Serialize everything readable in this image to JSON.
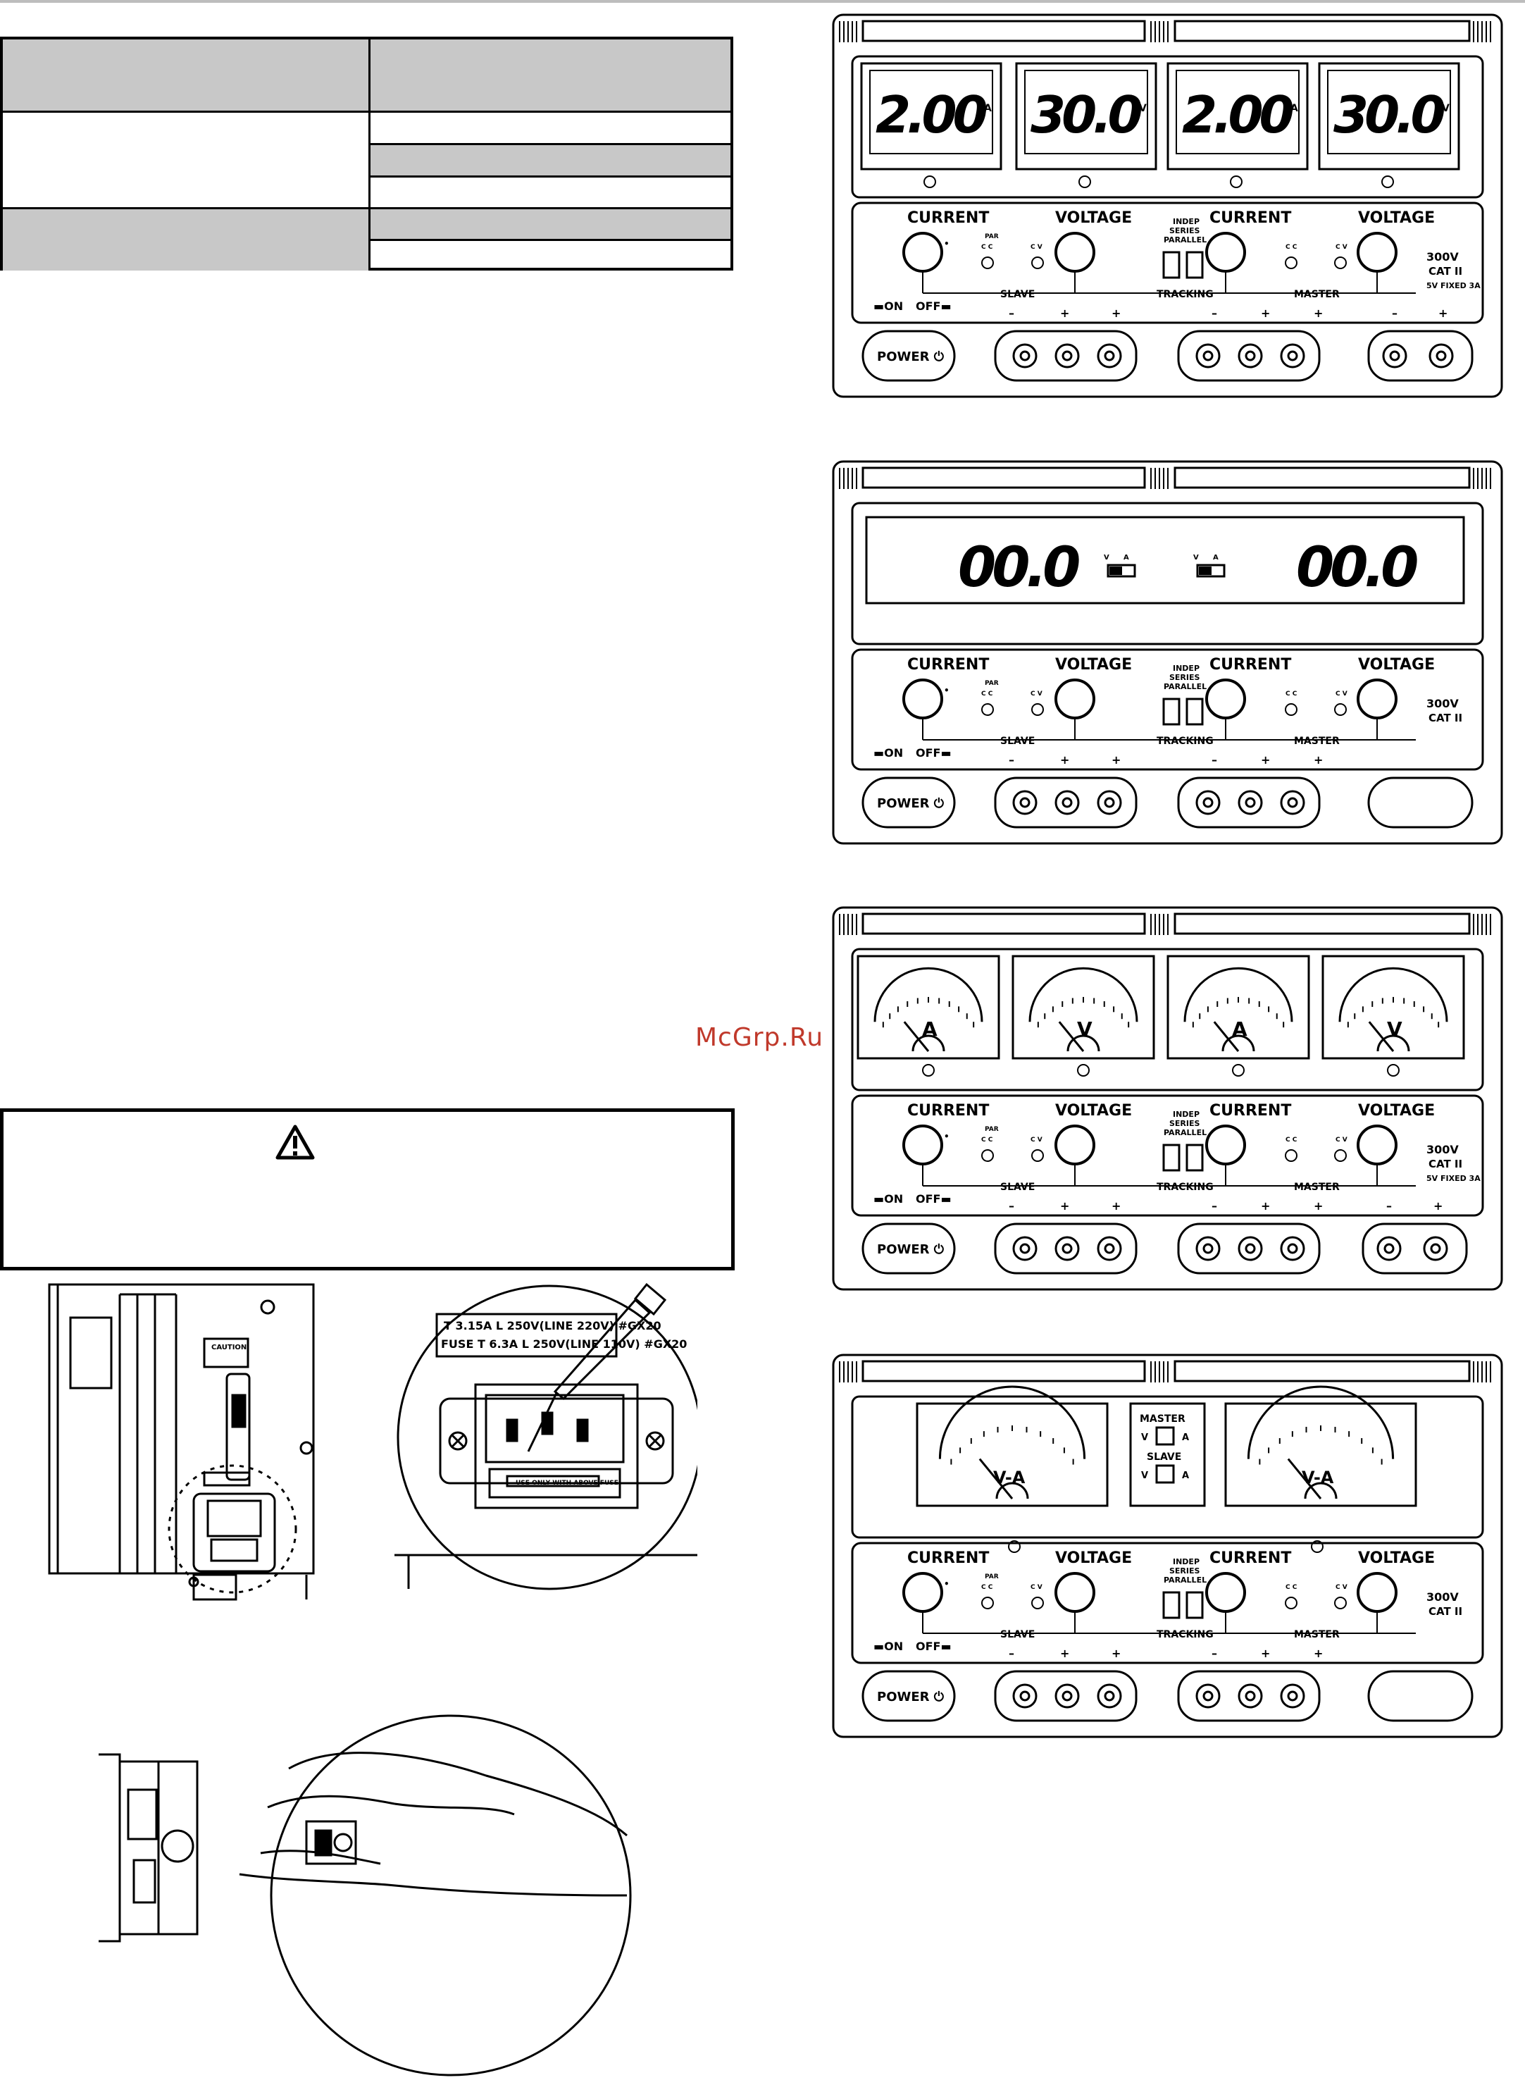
{
  "watermark": "McGrp.Ru",
  "panels": [
    {
      "id": "digital-4",
      "readouts": [
        "2.00",
        "30.0",
        "2.00",
        "30.0"
      ],
      "readout_units": [
        "A",
        "V",
        "A",
        "V"
      ],
      "labels": {
        "current": "CURRENT",
        "voltage": "VOLTAGE",
        "par": "PAR",
        "cc": "C C",
        "cv": "C V",
        "indep": "INDEP",
        "series": "SERIES",
        "parallel": "PARALLEL",
        "slave": "SLAVE",
        "tracking": "TRACKING",
        "master": "MASTER",
        "on": "ON",
        "off": "OFF",
        "power": "POWER",
        "cat_v": "300V",
        "cat": "CAT II",
        "fixed": "5V FIXED 3A"
      }
    },
    {
      "id": "digital-2",
      "readouts": [
        "00.0",
        "00.0"
      ],
      "switch_labels": [
        "V",
        "A"
      ],
      "labels": {
        "current": "CURRENT",
        "voltage": "VOLTAGE",
        "par": "PAR",
        "cc": "C C",
        "cv": "C V",
        "indep": "INDEP",
        "series": "SERIES",
        "parallel": "PARALLEL",
        "slave": "SLAVE",
        "tracking": "TRACKING",
        "master": "MASTER",
        "on": "ON",
        "off": "OFF",
        "power": "POWER",
        "cat_v": "300V",
        "cat": "CAT II"
      }
    },
    {
      "id": "analog-4",
      "meters": [
        "A",
        "V",
        "A",
        "V"
      ],
      "labels": {
        "current": "CURRENT",
        "voltage": "VOLTAGE",
        "par": "PAR",
        "cc": "C C",
        "cv": "C V",
        "indep": "INDEP",
        "series": "SERIES",
        "parallel": "PARALLEL",
        "slave": "SLAVE",
        "tracking": "TRACKING",
        "master": "MASTER",
        "on": "ON",
        "off": "OFF",
        "power": "POWER",
        "cat_v": "300V",
        "cat": "CAT II",
        "fixed": "5V FIXED 3A"
      }
    },
    {
      "id": "analog-2",
      "meters": [
        "V-A",
        "V-A"
      ],
      "selector": {
        "master": "MASTER",
        "slave": "SLAVE",
        "v": "V",
        "a": "A"
      },
      "labels": {
        "current": "CURRENT",
        "voltage": "VOLTAGE",
        "par": "PAR",
        "cc": "C C",
        "cv": "C V",
        "indep": "INDEP",
        "series": "SERIES",
        "parallel": "PARALLEL",
        "slave": "SLAVE",
        "tracking": "TRACKING",
        "master": "MASTER",
        "on": "ON",
        "off": "OFF",
        "power": "POWER",
        "cat_v": "300V",
        "cat": "CAT II"
      }
    }
  ],
  "fuse_figure": {
    "label_line1": "T 3.15A L 250V(LINE 220V) #GX20",
    "label_line2": "FUSE T 6.3A  L 250V(LINE 110V) #GX20",
    "fuse_note": "USE ONLY WITH ABOVE FUSE",
    "rear_caution": "CAUTION"
  }
}
